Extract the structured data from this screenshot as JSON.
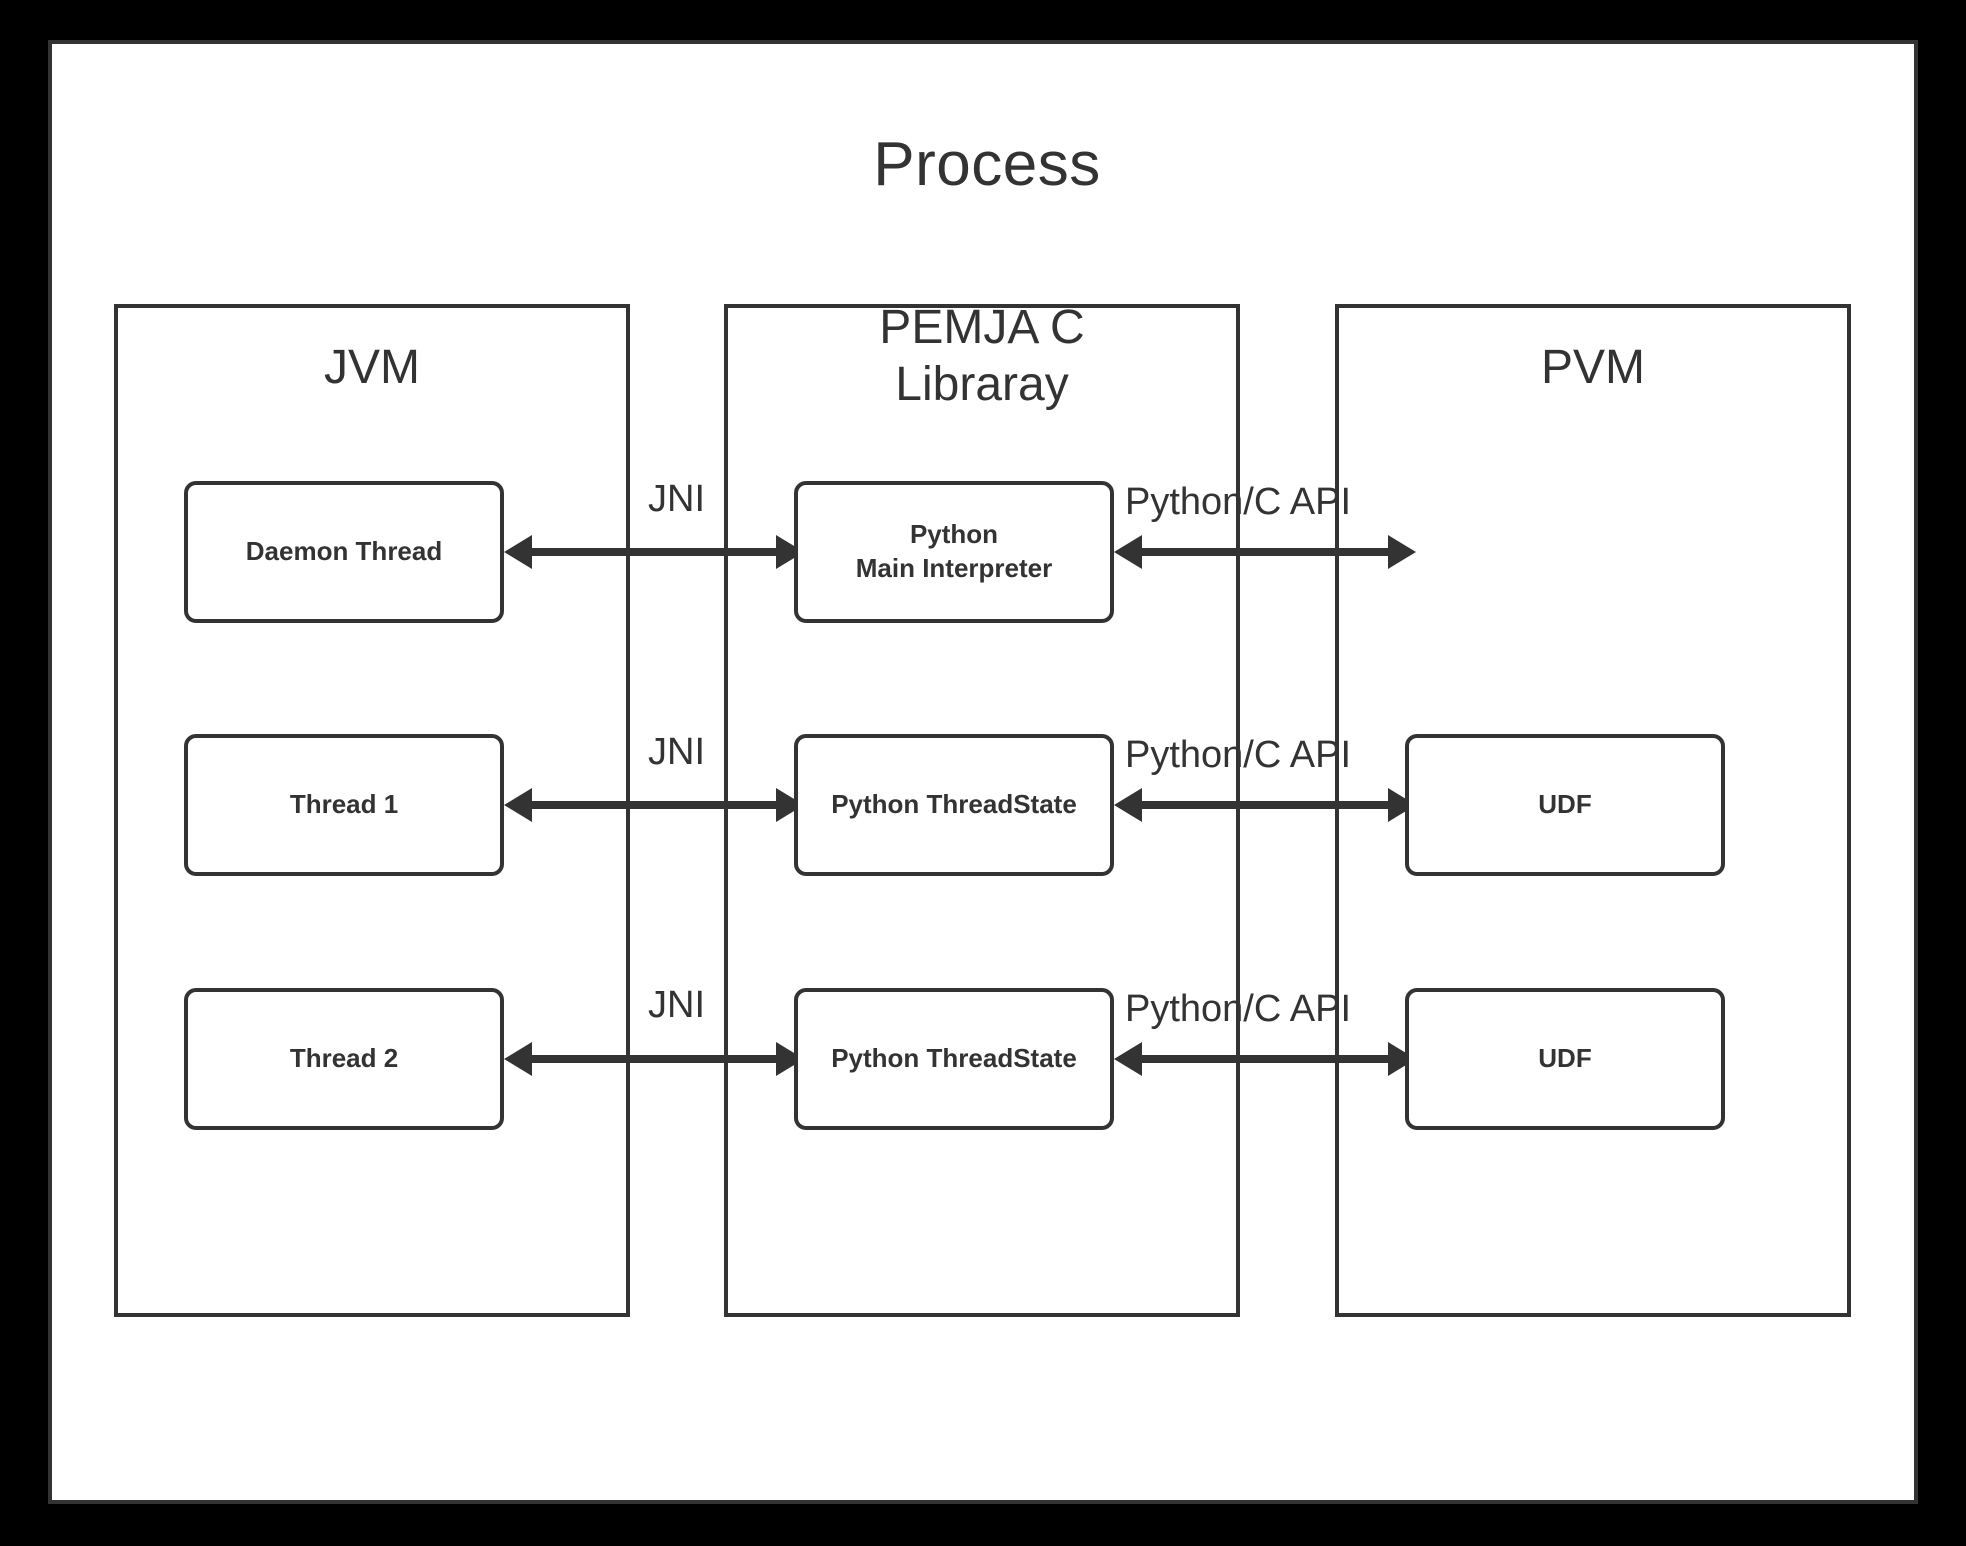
{
  "diagram": {
    "title": "Process",
    "panels": [
      {
        "id": "jvm",
        "title": "JVM"
      },
      {
        "id": "pemja",
        "title": "PEMJA C\nLibraray"
      },
      {
        "id": "pvm",
        "title": "PVM"
      }
    ],
    "nodes": {
      "jvm_row1": "Daemon Thread",
      "jvm_row2": "Thread 1",
      "jvm_row3": "Thread 2",
      "pemja_row1_line1": "Python",
      "pemja_row1_line2": "Main Interpreter",
      "pemja_row2": "Python ThreadState",
      "pemja_row3": "Python ThreadState",
      "pvm_row2": "UDF",
      "pvm_row3": "UDF"
    },
    "edge_labels": {
      "jni_1": "JNI",
      "jni_2": "JNI",
      "jni_3": "JNI",
      "api_1": "Python/C API",
      "api_2": "Python/C API",
      "api_3": "Python/C API"
    },
    "colors": {
      "stroke": "#333333",
      "background": "#ffffff",
      "matte": "#000000"
    }
  }
}
